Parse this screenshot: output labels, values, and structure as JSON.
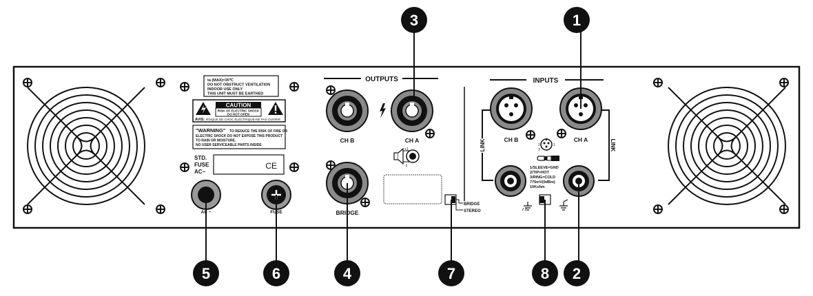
{
  "callouts": {
    "c1": "1",
    "c2": "2",
    "c3": "3",
    "c4": "4",
    "c5": "5",
    "c6": "6",
    "c7": "7",
    "c8": "8"
  },
  "sections": {
    "outputs": "OUTPUTS",
    "inputs": "INPUTS"
  },
  "warning_box": {
    "line1": "ta (MAX)=35℃",
    "line2": "DO NOT OBSTRUCT VENTILATION",
    "line3": "INDOOR USE ONLY",
    "line4": "THIS UNIT MUST BE EARTHED"
  },
  "caution": {
    "title": "CAUTION",
    "sub1": "RISK OF ELECTRIC SHOCK",
    "sub2": "DO NOT OPEN",
    "avis_label": "AVIS:",
    "avis_text": "RISQUE DE CHOC ELECTRIQUE-NE PAS OUVRIR"
  },
  "warning2": {
    "label": "\"WARNING\"",
    "l1": "TO REDUCE THE RISK OF FIRE OR",
    "l2": "ELECTRIC SHOCK DO NOT EXPOSE THIS PRODUCT",
    "l3": "TO RAIN OR MOISTURE.",
    "l4": "NO USER SERVICEABLE PARTS INSIDE"
  },
  "fuse_info": {
    "l1": "STD.",
    "l2": "FUSE",
    "l3": "AC~",
    "ce": "CE"
  },
  "ac_label": "AC ~",
  "fuse_label": "FUSE",
  "outputs": {
    "chb": "CH B",
    "cha": "CH A",
    "bridge": "BRIDGE"
  },
  "inputs": {
    "chb": "CH B",
    "cha": "CH A",
    "link": "LINK",
    "pin2": "2",
    "pin1": "1",
    "pin3": "3"
  },
  "pinout": {
    "l1": "1/SLEEVE=GND",
    "l2": "2/TIP=HOT",
    "l3": "3/RING=COLD",
    "l4": "775mV(0dBm)",
    "l5": "10Kohm"
  },
  "speakon_pins": {
    "p1": "+1",
    "p2": "-1"
  },
  "mode_switch": {
    "bridge": "BRIDGE",
    "stereo": "STEREO"
  },
  "colors": {
    "ink": "#111111",
    "connector_gray": "#8a8a8a"
  }
}
